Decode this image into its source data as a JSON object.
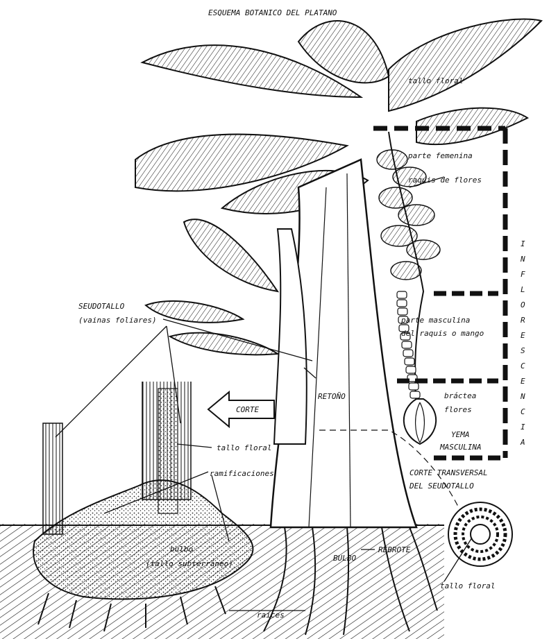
{
  "title": "ESQUEMA BOTANICO DEL PLATANO",
  "labels": {
    "tallo_floral_top": "tallo floral",
    "parte_femenina": "parte femenina",
    "raquis_flores": "raquis de flores",
    "inflorescencia": [
      "I",
      "N",
      "F",
      "L",
      "O",
      "R",
      "E",
      "S",
      "C",
      "E",
      "N",
      "C",
      "I",
      "A"
    ],
    "seudotallo": "SEUDOTALLO",
    "vainas": "(vainas foliares)",
    "parte_masculina": "parte masculina",
    "raquis_mango": "del raquis o mango",
    "corte": "CORTE",
    "retono": "RETOÑO",
    "bractea": "bráctea",
    "flores": "flores",
    "yema": "YEMA",
    "masculina": "MASCULINA",
    "tallo_floral_mid": "tallo floral",
    "ramificaciones": "ramificaciones",
    "corte_transversal": "CORTE TRANSVERSAL",
    "del_seudotallo": "DEL SEUDOTALLO",
    "bulbo_left": "bulbo",
    "tallo_subterraneo": "(tallo subterráneo)",
    "bulbo_right": "BULBO",
    "rebrote": "REBROTE",
    "raices": "raíces",
    "tallo_floral_bottom": "tallo floral"
  },
  "colors": {
    "ink": "#111111",
    "paper": "#ffffff"
  }
}
